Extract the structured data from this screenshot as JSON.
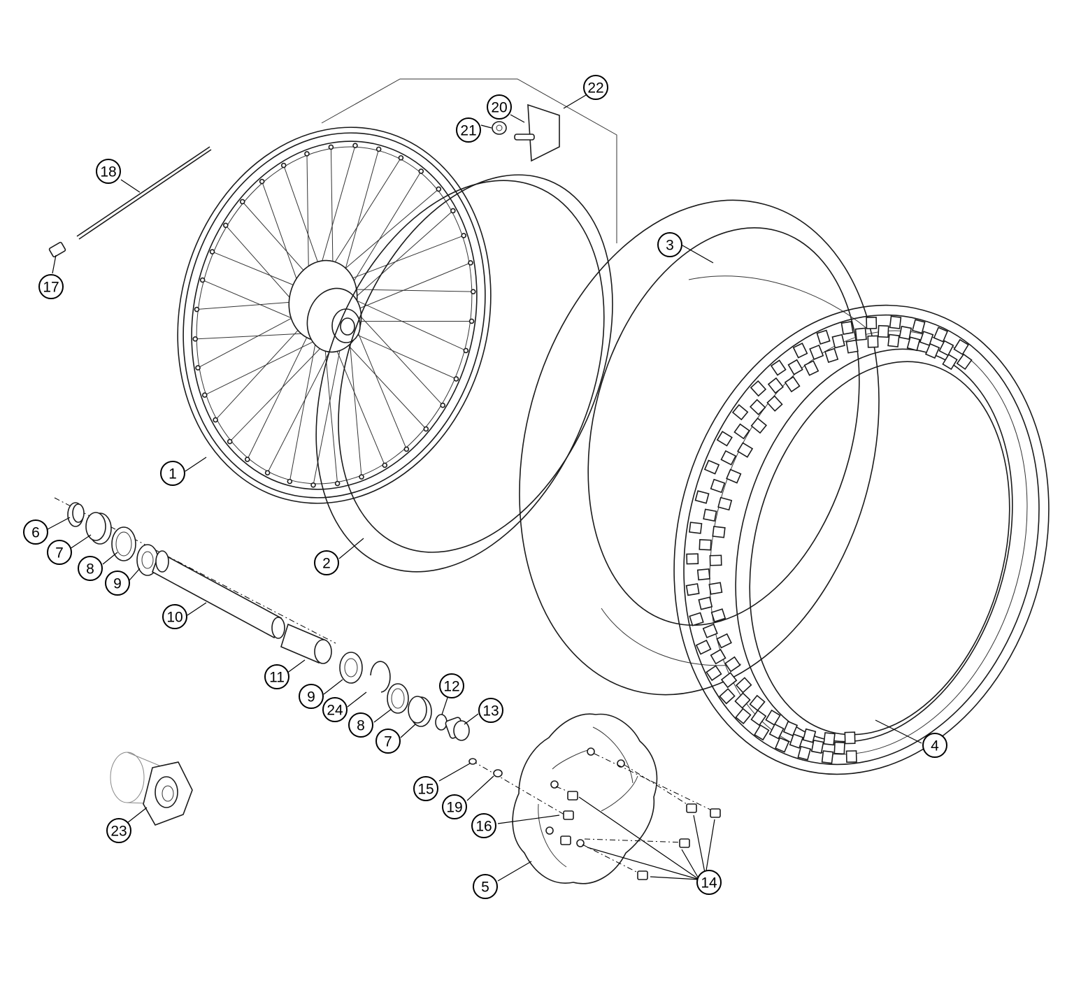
{
  "callouts": [
    {
      "id": "c1",
      "label": "1"
    },
    {
      "id": "c2",
      "label": "2"
    },
    {
      "id": "c3",
      "label": "3"
    },
    {
      "id": "c4",
      "label": "4"
    },
    {
      "id": "c5",
      "label": "5"
    },
    {
      "id": "c6",
      "label": "6"
    },
    {
      "id": "c7a",
      "label": "7"
    },
    {
      "id": "c7b",
      "label": "7"
    },
    {
      "id": "c8a",
      "label": "8"
    },
    {
      "id": "c8b",
      "label": "8"
    },
    {
      "id": "c9a",
      "label": "9"
    },
    {
      "id": "c9b",
      "label": "9"
    },
    {
      "id": "c10",
      "label": "10"
    },
    {
      "id": "c11",
      "label": "11"
    },
    {
      "id": "c12",
      "label": "12"
    },
    {
      "id": "c13",
      "label": "13"
    },
    {
      "id": "c14",
      "label": "14"
    },
    {
      "id": "c15",
      "label": "15"
    },
    {
      "id": "c16",
      "label": "16"
    },
    {
      "id": "c17",
      "label": "17"
    },
    {
      "id": "c18",
      "label": "18"
    },
    {
      "id": "c19",
      "label": "19"
    },
    {
      "id": "c20",
      "label": "20"
    },
    {
      "id": "c21",
      "label": "21"
    },
    {
      "id": "c22",
      "label": "22"
    },
    {
      "id": "c23",
      "label": "23"
    },
    {
      "id": "c24",
      "label": "24"
    }
  ]
}
